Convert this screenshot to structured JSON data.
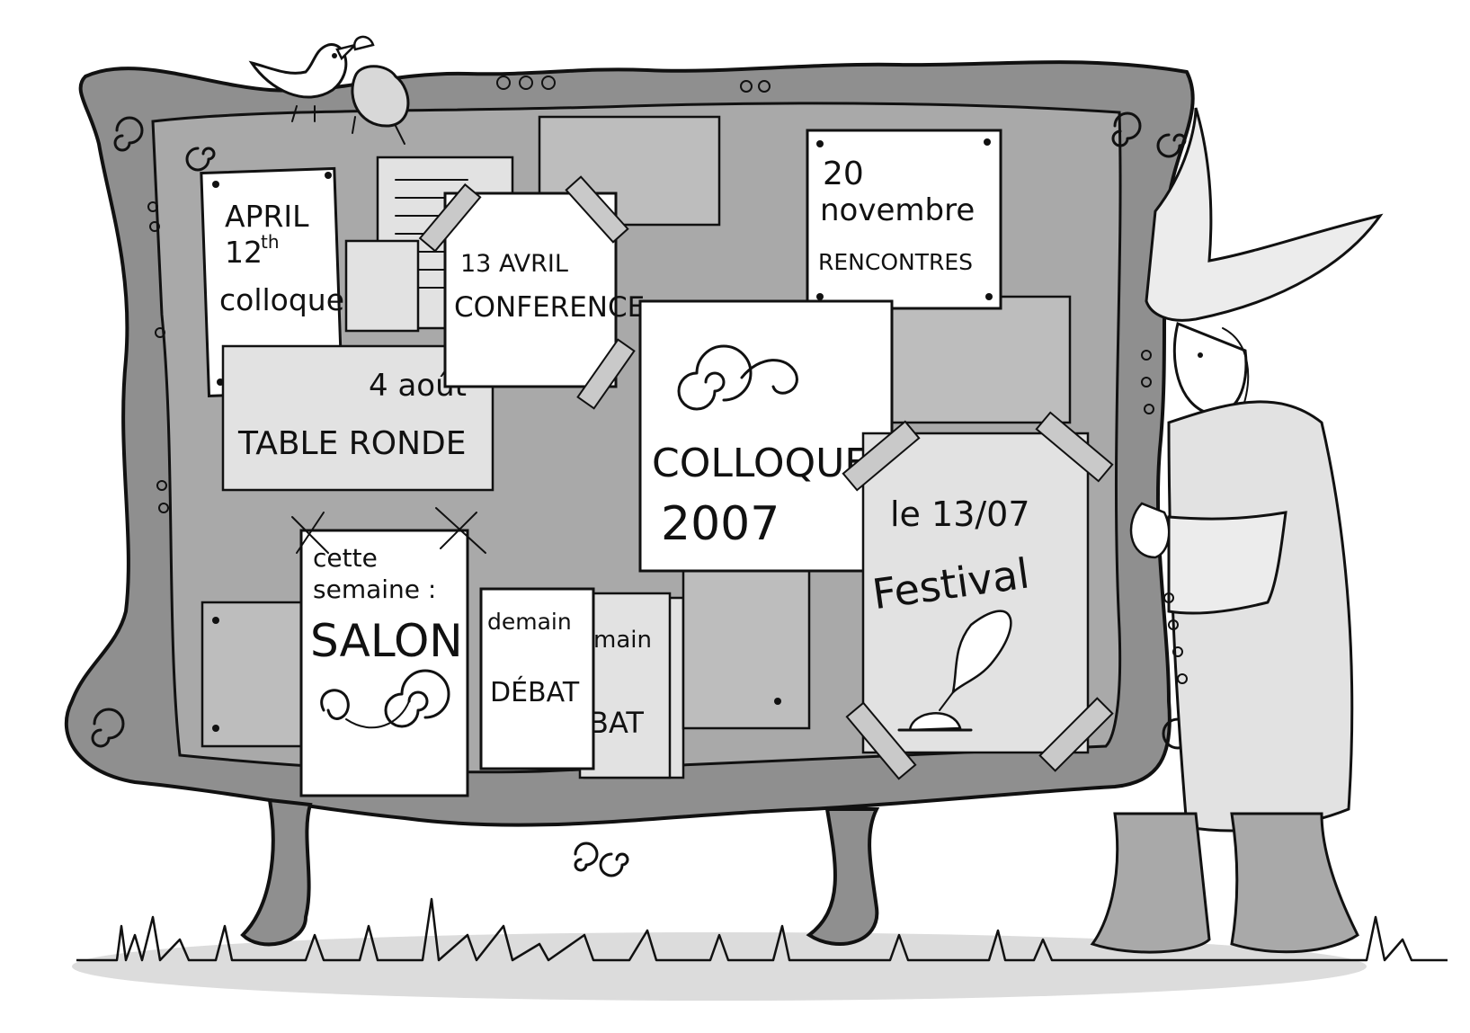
{
  "colors": {
    "frame": "#8f8f8f",
    "board": "#a9a9a9",
    "paper": "#ffffff",
    "paper_grey": "#e2e2e2",
    "ink": "#111111"
  },
  "posters": {
    "april": {
      "line1": "APRIL",
      "line2": "12",
      "sup": "th",
      "line3": "colloque"
    },
    "avril13": {
      "line1": "13 AVRIL",
      "line2": "CONFERENCE"
    },
    "novembre": {
      "line1": "20",
      "line2": "novembre",
      "line3": "RENCONTRES"
    },
    "aout": {
      "line1": "4 août",
      "line2": "TABLE RONDE"
    },
    "colloque2007": {
      "line1": "COLLOQUE",
      "line2": "2007"
    },
    "festival": {
      "line1": "le 13/07",
      "line2": "Festival"
    },
    "salon": {
      "line1": "cette",
      "line2": "semaine :",
      "line3": "SALON"
    },
    "debat": {
      "line1": "demain",
      "line2": "DÉBAT"
    },
    "debat_back": {
      "line1": "main",
      "line2": "BAT"
    }
  },
  "icons": {
    "birds": "birds-icon",
    "character": "character-icon",
    "quill": "quill-inkwell-icon",
    "spiral": "spiral-icon"
  }
}
